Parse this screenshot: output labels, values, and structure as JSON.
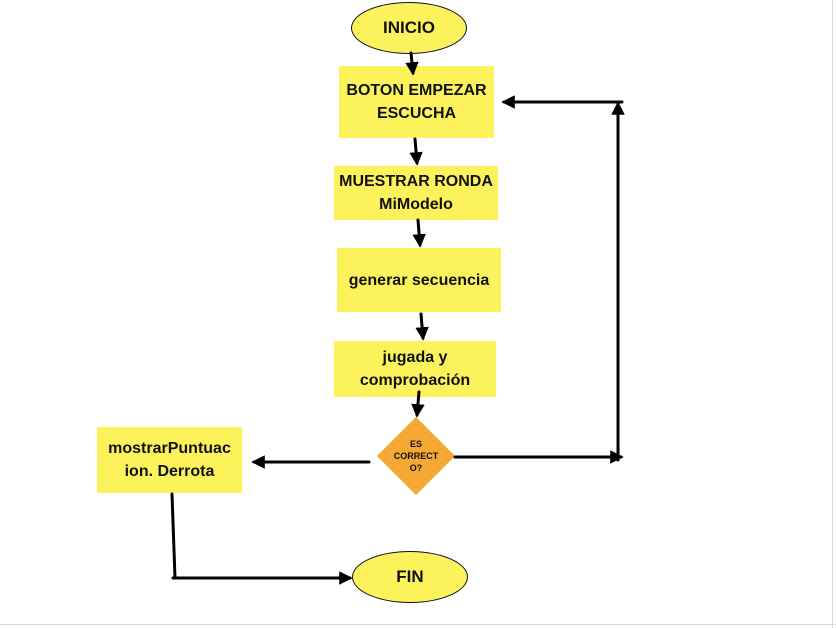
{
  "colors": {
    "terminal_fill": "#fbf25c",
    "process_fill": "#fbf25c",
    "decision_fill": "#f5a935",
    "arrow": "#000000"
  },
  "nodes": {
    "start": "INICIO",
    "start_listening": "BOTON EMPEZAR ESCUCHA",
    "show_round": "MUESTRAR RONDA MiModelo",
    "generate_sequence": "generar secuencia",
    "play_and_check": "jugada y comprobación",
    "decision": "ES CORRECT O?",
    "show_score": "mostrarPuntuac ion. Derrota",
    "end": "FIN"
  }
}
